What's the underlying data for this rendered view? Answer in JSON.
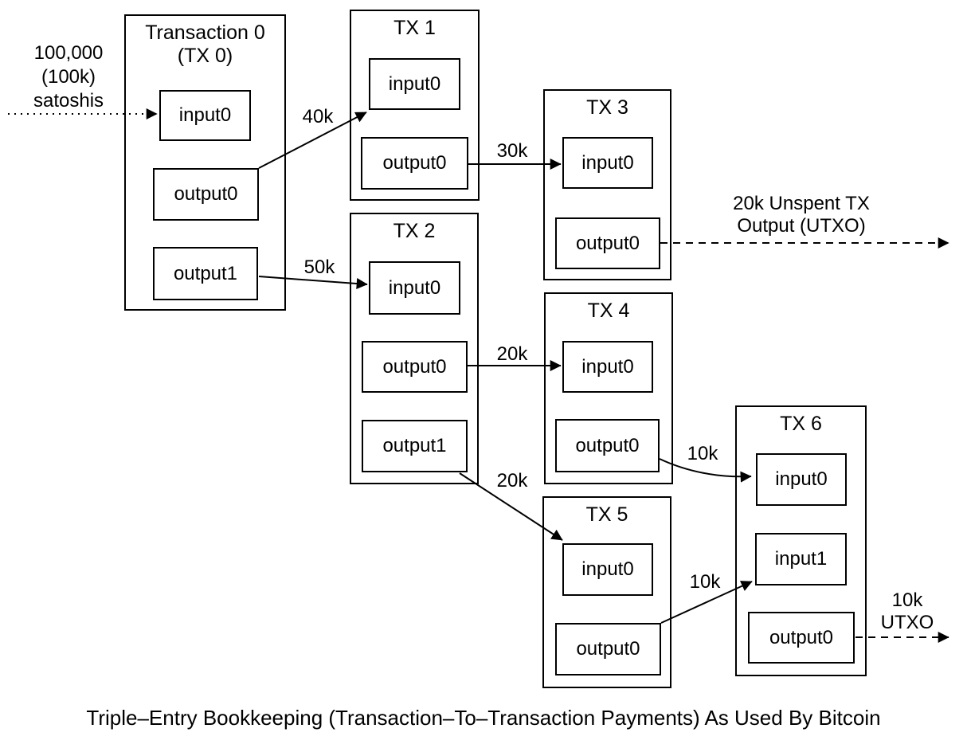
{
  "caption": "Triple–Entry Bookkeeping (Transaction–To–Transaction Payments) As Used By Bitcoin",
  "colors": {
    "ink": "#000000",
    "paper": "#ffffff"
  },
  "transactions": [
    {
      "id": "TX 0",
      "title": "Transaction 0\n(TX 0)",
      "slots": [
        "input0",
        "output0",
        "output1"
      ]
    },
    {
      "id": "TX 1",
      "title": "TX 1",
      "slots": [
        "input0",
        "output0"
      ]
    },
    {
      "id": "TX 2",
      "title": "TX 2",
      "slots": [
        "input0",
        "output0",
        "output1"
      ]
    },
    {
      "id": "TX 3",
      "title": "TX 3",
      "slots": [
        "input0",
        "output0"
      ]
    },
    {
      "id": "TX 4",
      "title": "TX 4",
      "slots": [
        "input0",
        "output0"
      ]
    },
    {
      "id": "TX 5",
      "title": "TX 5",
      "slots": [
        "input0",
        "output0"
      ]
    },
    {
      "id": "TX 6",
      "title": "TX 6",
      "slots": [
        "input0",
        "input1",
        "output0"
      ]
    }
  ],
  "flows": [
    {
      "label": "100,000\n(100k)\nsatoshis",
      "from": "external",
      "to": "TX 0 input0",
      "style": "dotted"
    },
    {
      "label": "40k",
      "from": "TX 0 output0",
      "to": "TX 1 input0",
      "style": "solid"
    },
    {
      "label": "50k",
      "from": "TX 0 output1",
      "to": "TX 2 input0",
      "style": "solid"
    },
    {
      "label": "30k",
      "from": "TX 1 output0",
      "to": "TX 3 input0",
      "style": "solid"
    },
    {
      "label": "20k Unspent TX\nOutput (UTXO)",
      "from": "TX 3 output0",
      "to": "unspent",
      "style": "dashed"
    },
    {
      "label": "20k",
      "from": "TX 2 output0",
      "to": "TX 4 input0",
      "style": "solid"
    },
    {
      "label": "20k",
      "from": "TX 2 output1",
      "to": "TX 5 input0",
      "style": "solid"
    },
    {
      "label": "10k",
      "from": "TX 4 output0",
      "to": "TX 6 input0",
      "style": "solid"
    },
    {
      "label": "10k",
      "from": "TX 5 output0",
      "to": "TX 6 input1",
      "style": "solid"
    },
    {
      "label": "10k\nUTXO",
      "from": "TX 6 output0",
      "to": "unspent",
      "style": "dashed"
    }
  ]
}
